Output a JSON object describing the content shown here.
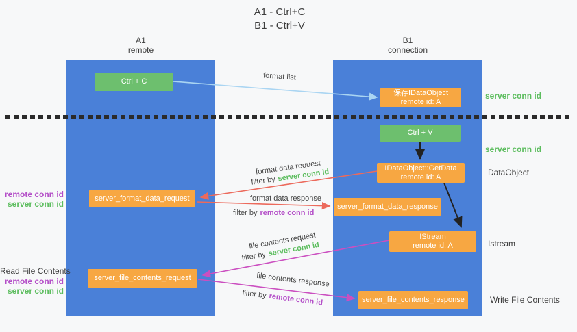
{
  "title": {
    "line1": "A1 - Ctrl+C",
    "line2": "B1 - Ctrl+V"
  },
  "lifelines": {
    "left": {
      "name": "A1",
      "role": "remote"
    },
    "right": {
      "name": "B1",
      "role": "connection"
    }
  },
  "nodes": {
    "ctrl_c": {
      "label": "Ctrl + C"
    },
    "save_idataobject": {
      "line1": "保存IDataObject",
      "line2": "remote id: A"
    },
    "ctrl_v": {
      "label": "Ctrl + V"
    },
    "getdata": {
      "line1": "IDataObject::GetData",
      "line2": "remote id: A"
    },
    "format_request": {
      "label": "server_format_data_request"
    },
    "format_response": {
      "label": "server_format_data_response"
    },
    "istream": {
      "line1": "IStream",
      "line2": "remote id: A"
    },
    "file_request": {
      "label": "server_file_contents_request"
    },
    "file_response": {
      "label": "server_file_contents_response"
    }
  },
  "arrows": {
    "format_list": {
      "label": "format list"
    },
    "format_data_request": {
      "label": "format data request",
      "filter_prefix": "filter by",
      "filter_key": "server conn id"
    },
    "format_data_response": {
      "label": "format data response",
      "filter_prefix": "filter by",
      "filter_key": "remote conn id"
    },
    "file_contents_request": {
      "label": "file contents request",
      "filter_prefix": "filter by",
      "filter_key": "server conn id"
    },
    "file_contents_response": {
      "label": "file contents response",
      "filter_prefix": "filter by",
      "filter_key": "remote conn id"
    }
  },
  "side_labels": {
    "right_server_conn_top": "server conn id",
    "right_server_conn_mid": "server conn id",
    "dataobject": "DataObject",
    "istream": "Istream",
    "write_file_contents": "Write File Contents",
    "left_remote_conn_top": "remote conn id",
    "left_server_conn_top": "server conn id",
    "read_file_contents": "Read File Contents",
    "left_remote_conn_bottom": "remote conn id",
    "left_server_conn_bottom": "server conn id"
  },
  "colors": {
    "lifeline_blue": "#4a80d8",
    "action_green": "#6dbf6e",
    "object_orange": "#f7a742",
    "format_list_arrow_blue": "#aad5f2",
    "format_arrow_red": "#ec6a5c",
    "file_arrow_magenta": "#cb4fc0",
    "server_conn_green": "#5cbd5e",
    "remote_conn_purple": "#b44fc8",
    "black_arrow": "#222222",
    "background": "#f7f8f9"
  }
}
